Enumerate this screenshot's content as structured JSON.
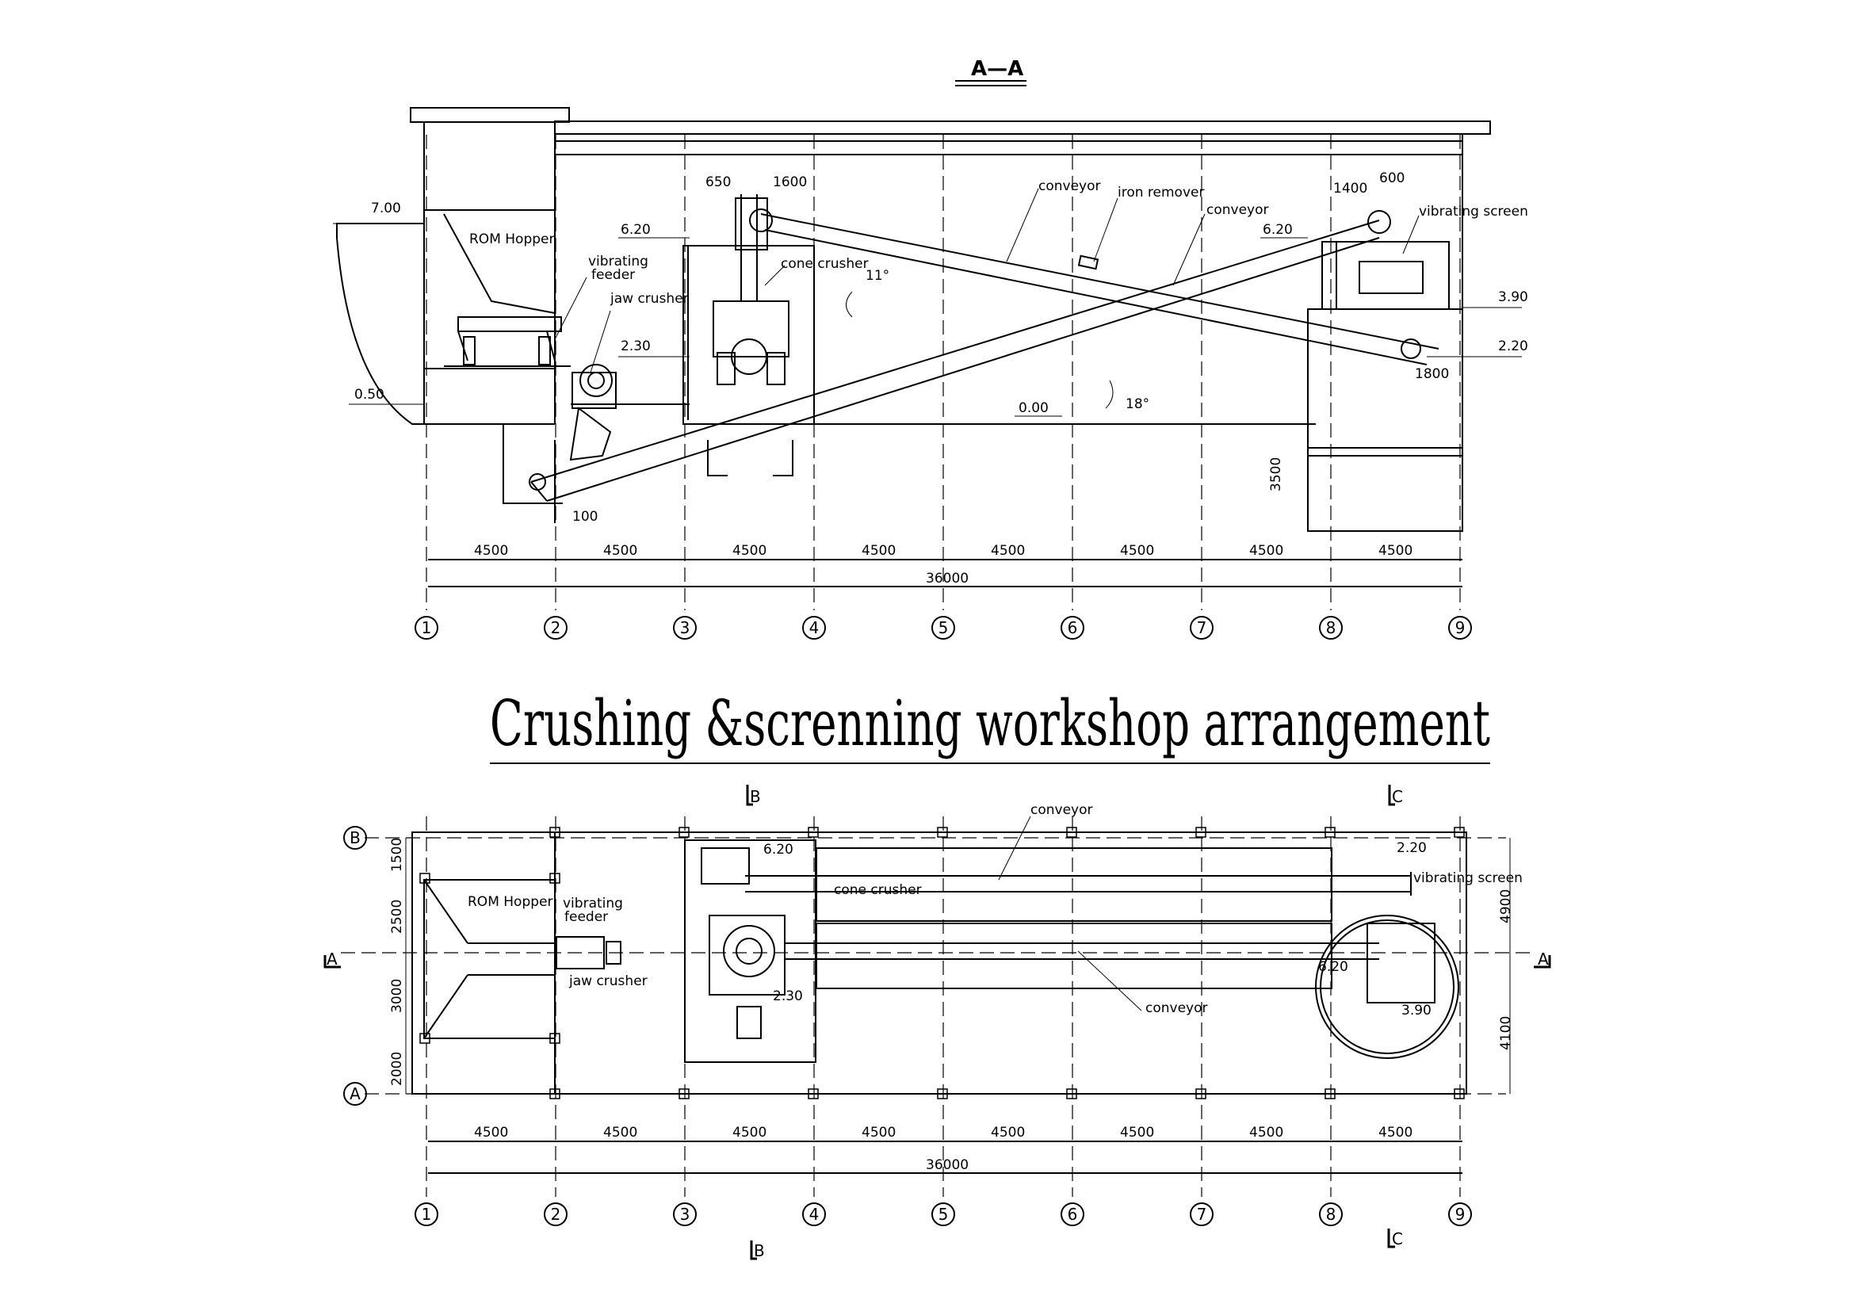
{
  "section_title": "A—A",
  "main_title": "Crushing &screnning workshop arrangement",
  "elevation_labels": {
    "rom_hopper": "ROM Hopper",
    "vibrating_feeder_1": "vibrating",
    "vibrating_feeder_2": "feeder",
    "jaw_crusher": "jaw crusher",
    "cone_crusher": "cone crusher",
    "conveyor_1": "conveyor",
    "iron_remover": "iron remover",
    "conveyor_2": "conveyor",
    "vibrating_screen": "vibrating screen"
  },
  "elevation_levels": {
    "l700": "7.00",
    "l620a": "6.20",
    "l230": "2.30",
    "l050": "0.50",
    "l000": "0.00",
    "l620b": "6.20",
    "l390": "3.90",
    "l220": "2.20"
  },
  "elevation_dims": {
    "d650": "650",
    "d1600": "1600",
    "d1400": "1400",
    "d600": "600",
    "d1800": "1800",
    "d3500": "3500",
    "d100": "100",
    "angle11": "11°",
    "angle18": "18°"
  },
  "bay_dims": [
    "4500",
    "4500",
    "4500",
    "4500",
    "4500",
    "4500",
    "4500",
    "4500"
  ],
  "total_dim": "36000",
  "axis_numbers": [
    "1",
    "2",
    "3",
    "4",
    "5",
    "6",
    "7",
    "8",
    "9"
  ],
  "plan_labels": {
    "rom_hopper": "ROM Hopper",
    "vibrating_feeder_1": "vibrating",
    "vibrating_feeder_2": "feeder",
    "jaw_crusher": "jaw crusher",
    "cone_crusher": "cone crusher",
    "conveyor_top": "conveyor",
    "conveyor_bottom": "conveyor",
    "vibrating_screen": "vibrating screen",
    "l620a": "6.20",
    "l230": "2.30",
    "l220": "2.20",
    "l620b": "6.20",
    "l390": "3.90"
  },
  "plan_axes": {
    "b": "B",
    "a": "A"
  },
  "plan_left_dims": [
    "1500",
    "2500",
    "3000",
    "2000"
  ],
  "plan_right_dims": [
    "4900",
    "4100"
  ],
  "section_marks": {
    "a": "A",
    "b": "B",
    "c": "C"
  }
}
